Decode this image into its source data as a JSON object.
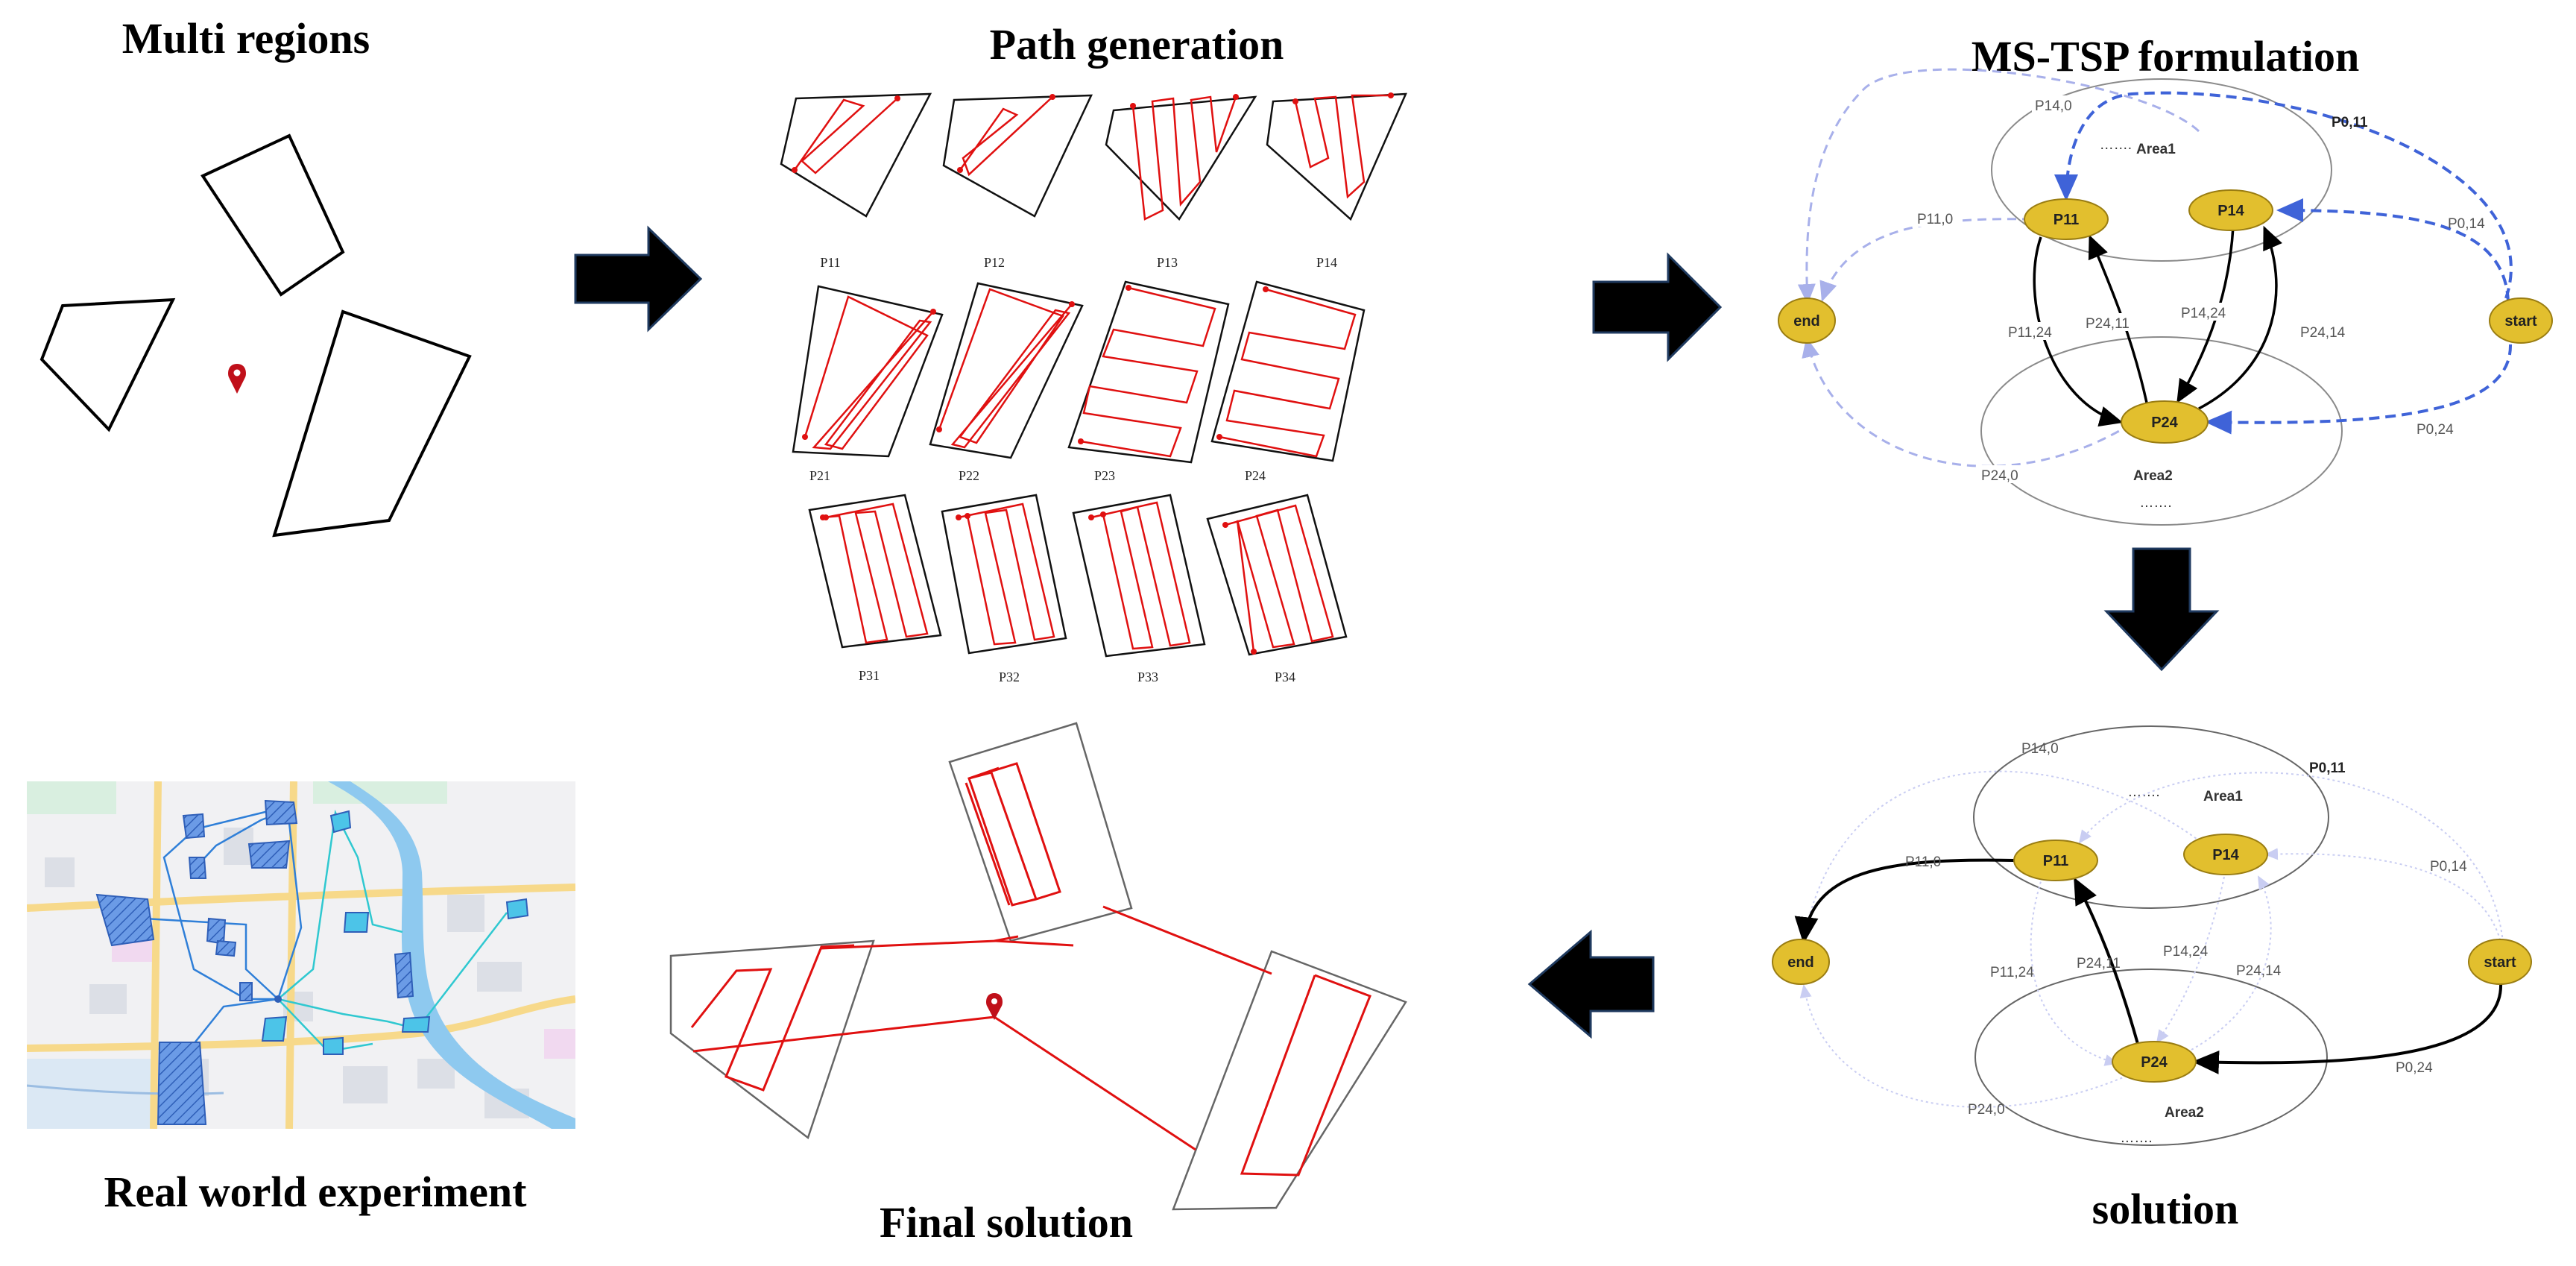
{
  "titles": {
    "multi_regions": "Multi regions",
    "path_generation": "Path generation",
    "ms_tsp": "MS-TSP formulation",
    "solution": "solution",
    "final_solution": "Final solution",
    "real_world": "Real world experiment"
  },
  "path_labels": [
    "P11",
    "P12",
    "P13",
    "P14",
    "P21",
    "P22",
    "P23",
    "P24",
    "P31",
    "P32",
    "P33",
    "P34"
  ],
  "graph": {
    "nodes": {
      "p11": "P11",
      "p14": "P14",
      "p24": "P24",
      "end": "end",
      "start": "start"
    },
    "areas": {
      "area1": "Area1",
      "area2": "Area2",
      "dots": "……."
    },
    "edges": {
      "e14_0": "P14,0",
      "e0_11": "P0,11",
      "e11_0": "P11,0",
      "e0_14": "P0,14",
      "e11_24": "P11,24",
      "e24_11": "P24,11",
      "e14_24": "P14,24",
      "e24_14": "P24,14",
      "e24_0": "P24,0",
      "e0_24": "P0,24"
    }
  },
  "colors": {
    "arrow_fill": "#000000",
    "arrow_stroke": "#1f3a5f",
    "node_fill": "#e2bf2e",
    "path_red": "#e01010",
    "marker_red": "#c0101a",
    "formulation_edge_blue": "#3f63d8",
    "formulation_edge_light": "#a8b0ea",
    "map_region_blue": "#5b8fd8",
    "map_region_cyan": "#4cc4e8",
    "river": "#8ec9ef"
  }
}
